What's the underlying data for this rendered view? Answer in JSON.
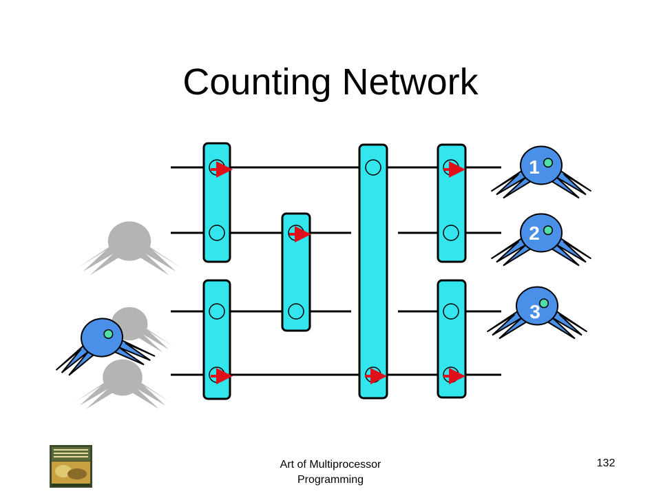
{
  "slide": {
    "title": "Counting Network",
    "footer_title": "Art of Multiprocessor Programming",
    "page_number": "132"
  },
  "tokens": {
    "out1": "1",
    "out2": "2",
    "out3": "3"
  },
  "colors": {
    "balancer_fill": "#33e6ee",
    "token_blue": "#4a90e8",
    "token_gray": "#b4b4b4",
    "arrow_red": "#e0101a",
    "wire": "#000000"
  }
}
